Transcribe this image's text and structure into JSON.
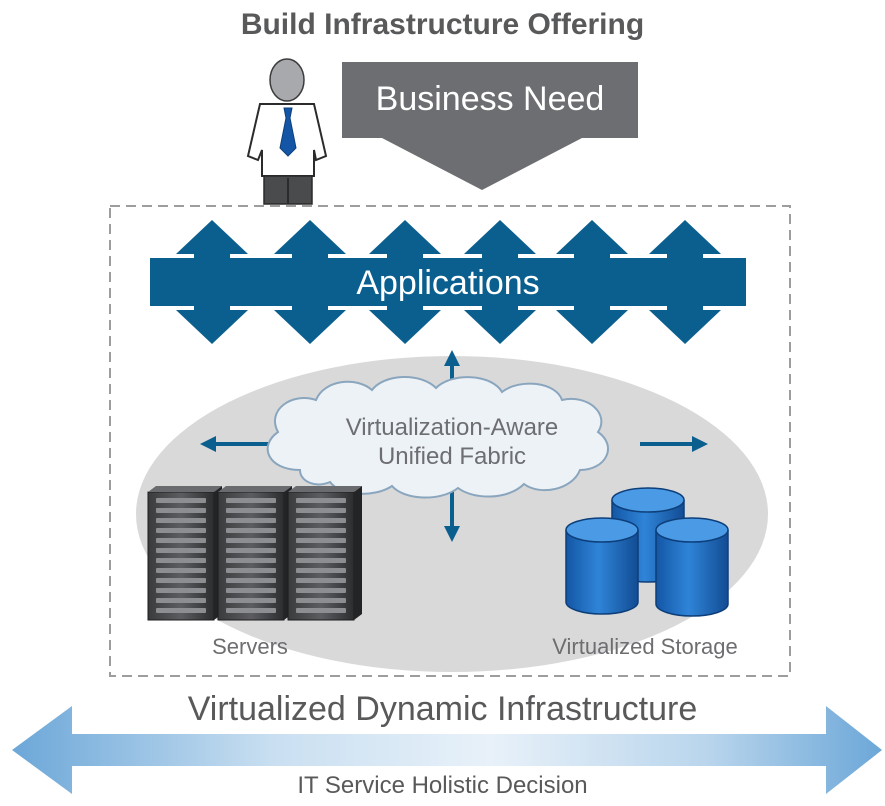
{
  "title": "Build Infrastructure Offering",
  "business_need": "Business Need",
  "applications": "Applications",
  "fabric": {
    "line1": "Virtualization-Aware",
    "line2": "Unified Fabric"
  },
  "servers": "Servers",
  "storage": "Virtualized Storage",
  "infrastructure": "Virtualized Dynamic Infrastructure",
  "decision": "IT Service Holistic Decision",
  "colors": {
    "blue": "#0a5f8f",
    "gray_arrow": "#6d6e71",
    "ellipse": "#d9d9d9",
    "storage_blue": "#1f6fc2",
    "dashed_border": "#9d9d9d"
  },
  "icons": {
    "person": "business-person-icon",
    "server": "server-rack-icon",
    "storage": "storage-cylinder-icon",
    "cloud": "cloud-icon"
  }
}
